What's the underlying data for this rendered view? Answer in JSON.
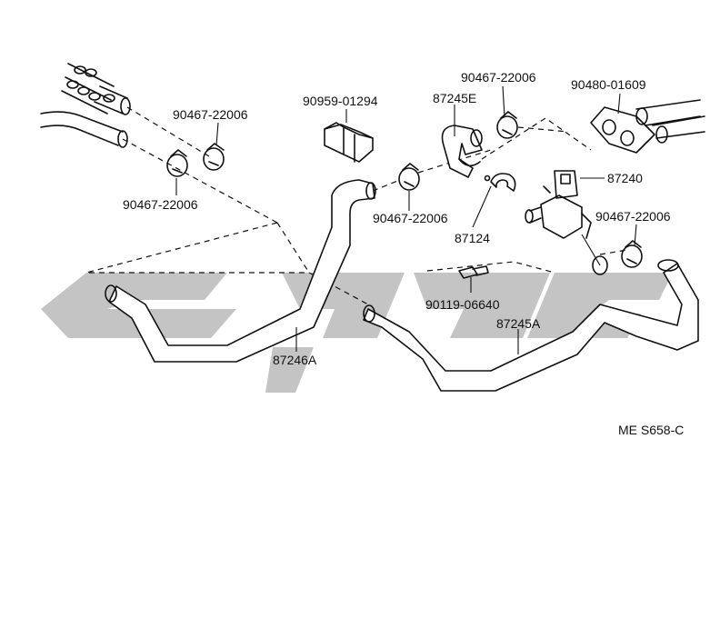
{
  "labels": {
    "clip_top_left": "90467-22006",
    "clip_left": "90467-22006",
    "clip_center": "90467-22006",
    "clip_top_right": "90467-22006",
    "clip_right": "90467-22006",
    "bracket": "90959-01294",
    "hose_e": "87245E",
    "grommet": "90480-01609",
    "valve": "87240",
    "clamp": "87124",
    "bolt": "90119-06640",
    "hose_a_right": "87245A",
    "hose_a_left": "87246A",
    "diagram_code": "ME S658-C"
  },
  "colors": {
    "line": "#111111",
    "watermark": "#c4c4c4",
    "background": "#ffffff"
  }
}
